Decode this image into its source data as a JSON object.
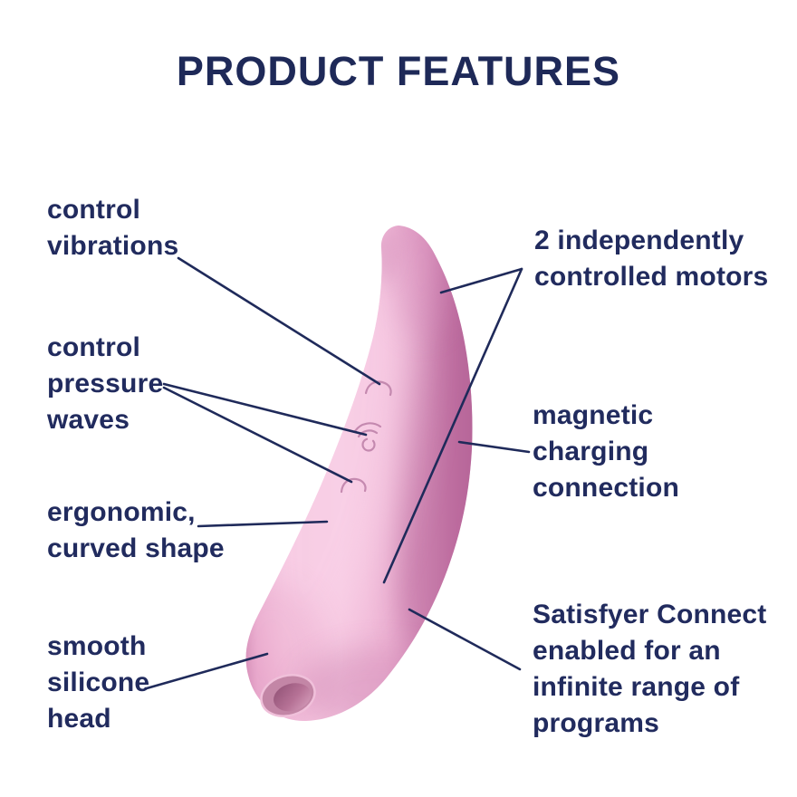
{
  "title": "PRODUCT FEATURES",
  "colors": {
    "background": "#ffffff",
    "text_navy": "#1f2a5a",
    "callout_line": "#1f2a5a",
    "body_pink_light": "#f5c6e0",
    "body_pink_edge": "#bc6c9f",
    "opening_mauve": "#96577a"
  },
  "features": {
    "left": [
      {
        "id": "control-vibrations",
        "text": "control\nvibrations"
      },
      {
        "id": "control-pressure-waves",
        "text": "control\npressure\nwaves"
      },
      {
        "id": "ergonomic-curved-shape",
        "text": "ergonomic,\ncurved shape"
      },
      {
        "id": "smooth-silicone-head",
        "text": "smooth\nsilicone\nhead"
      }
    ],
    "right": [
      {
        "id": "independent-motors",
        "text": "2 independently\ncontrolled motors"
      },
      {
        "id": "magnetic-charging",
        "text": "magnetic\ncharging\nconnection"
      },
      {
        "id": "satisfyer-connect",
        "text": "Satisfyer Connect\nenabled for an\ninfinite range of\nprograms"
      }
    ]
  },
  "device_icons": [
    "top-control-button-icon",
    "pressure-wave-button-icon",
    "bottom-control-button-icon",
    "suction-opening"
  ]
}
